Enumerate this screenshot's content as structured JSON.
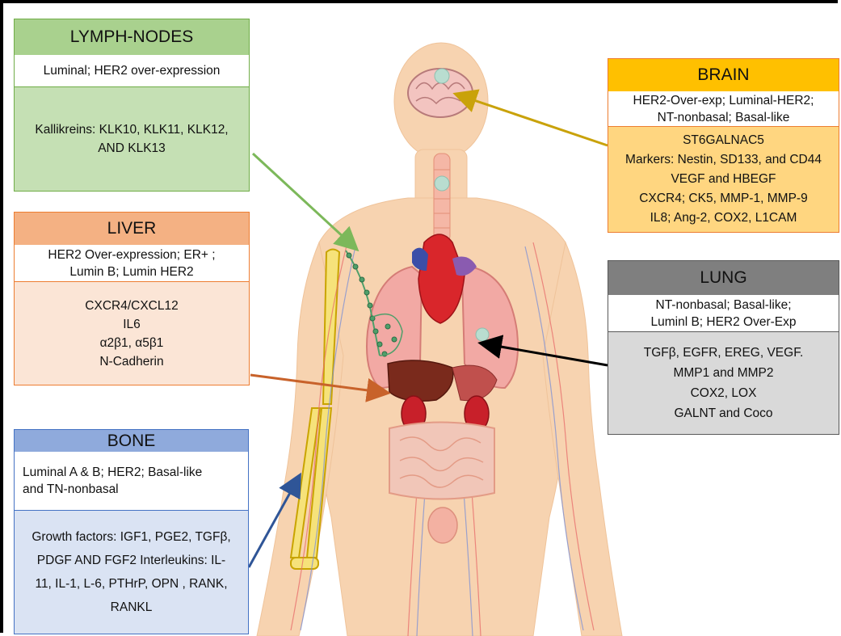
{
  "colors": {
    "lymph": "#7cb85a",
    "liver": "#c8622a",
    "bone": "#2f5597",
    "brain": "#c9a20a",
    "lung": "#000000"
  },
  "lymph": {
    "title": "LYMPH-NODES",
    "subtypes": "Luminal; HER2 over-expression",
    "markers": [
      "Kallikreins: KLK10, KLK11, KLK12,",
      "AND KLK13"
    ]
  },
  "liver": {
    "title": "LIVER",
    "subtypes": [
      "HER2 Over-expression; ER+ ;",
      "Lumin B; Lumin HER2"
    ],
    "markers": [
      "CXCR4/CXCL12",
      "IL6",
      "α2β1, α5β1",
      "N-Cadherin"
    ]
  },
  "bone": {
    "title": "BONE",
    "subtypes": [
      "Luminal A & B; HER2; Basal-like",
      "and TN-nonbasal"
    ],
    "markers": [
      "Growth factors: IGF1, PGE2, TGFβ,",
      "PDGF AND FGF2 Interleukins: IL-",
      "11, IL-1, L-6, PTHrP, OPN , RANK,",
      "RANKL"
    ]
  },
  "brain": {
    "title": "BRAIN",
    "subtypes": [
      "HER2-Over-exp; Luminal-HER2;",
      "NT-nonbasal; Basal-like"
    ],
    "markers": [
      "ST6GALNAC5",
      "Markers: Nestin, SD133, and CD44",
      "VEGF and HBEGF",
      "CXCR4; CK5, MMP-1, MMP-9",
      "IL8; Ang-2, COX2, L1CAM"
    ]
  },
  "lung": {
    "title": "LUNG",
    "subtypes": [
      "NT-nonbasal; Basal-like;",
      "Luminl B; HER2 Over-Exp"
    ],
    "markers": [
      "TGFβ, EGFR, EREG, VEGF.",
      "MMP1 and MMP2",
      "COX2, LOX",
      "GALNT and Coco"
    ]
  }
}
